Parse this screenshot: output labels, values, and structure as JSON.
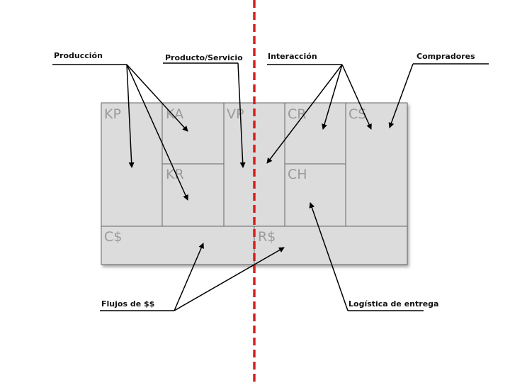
{
  "canvas_blocks": {
    "kp": "KP",
    "ka": "KA",
    "kr": "KR",
    "vp": "VP",
    "cr": "CR",
    "cs": "CS",
    "ch": "CH",
    "cost": "C$",
    "revenue": "R$"
  },
  "callouts": {
    "produccion": "Producción",
    "producto_servicio": "Producto/Servicio",
    "interaccion": "Interacción",
    "compradores": "Compradores",
    "flujos": "Flujos de $$",
    "logistica": "Logística de entrega"
  },
  "colors": {
    "block_fill": "#dcdcdc",
    "block_stroke": "#666666",
    "divider": "#d42020",
    "arrow": "#000000"
  }
}
